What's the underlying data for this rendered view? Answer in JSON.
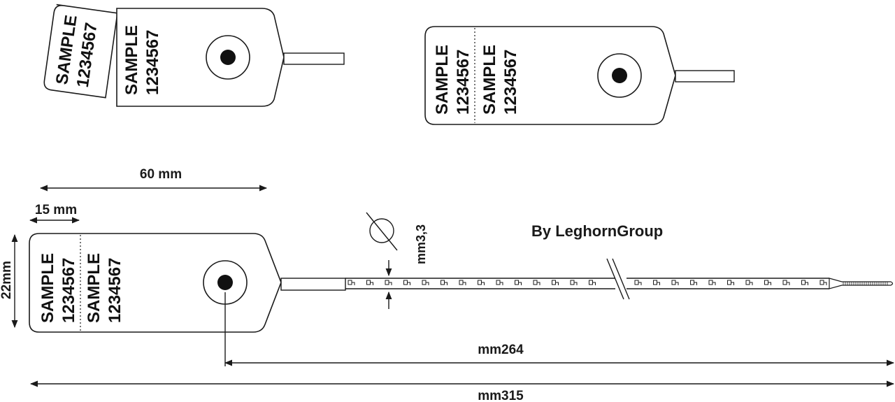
{
  "colors": {
    "stroke": "#1a1a1a",
    "background": "#ffffff",
    "fill": "#ffffff"
  },
  "tag_text": {
    "word": "SAMPLE",
    "number": "1234567"
  },
  "dimensions": {
    "length_60": "60 mm",
    "length_15": "15 mm",
    "height_22": "22mm",
    "diameter": "mm3,3",
    "strap_length": "mm264",
    "total_length": "mm315"
  },
  "credit": "By LeghornGroup",
  "icons": {
    "diameter_symbol": "diameter-icon",
    "break_mark": "break-icon"
  }
}
